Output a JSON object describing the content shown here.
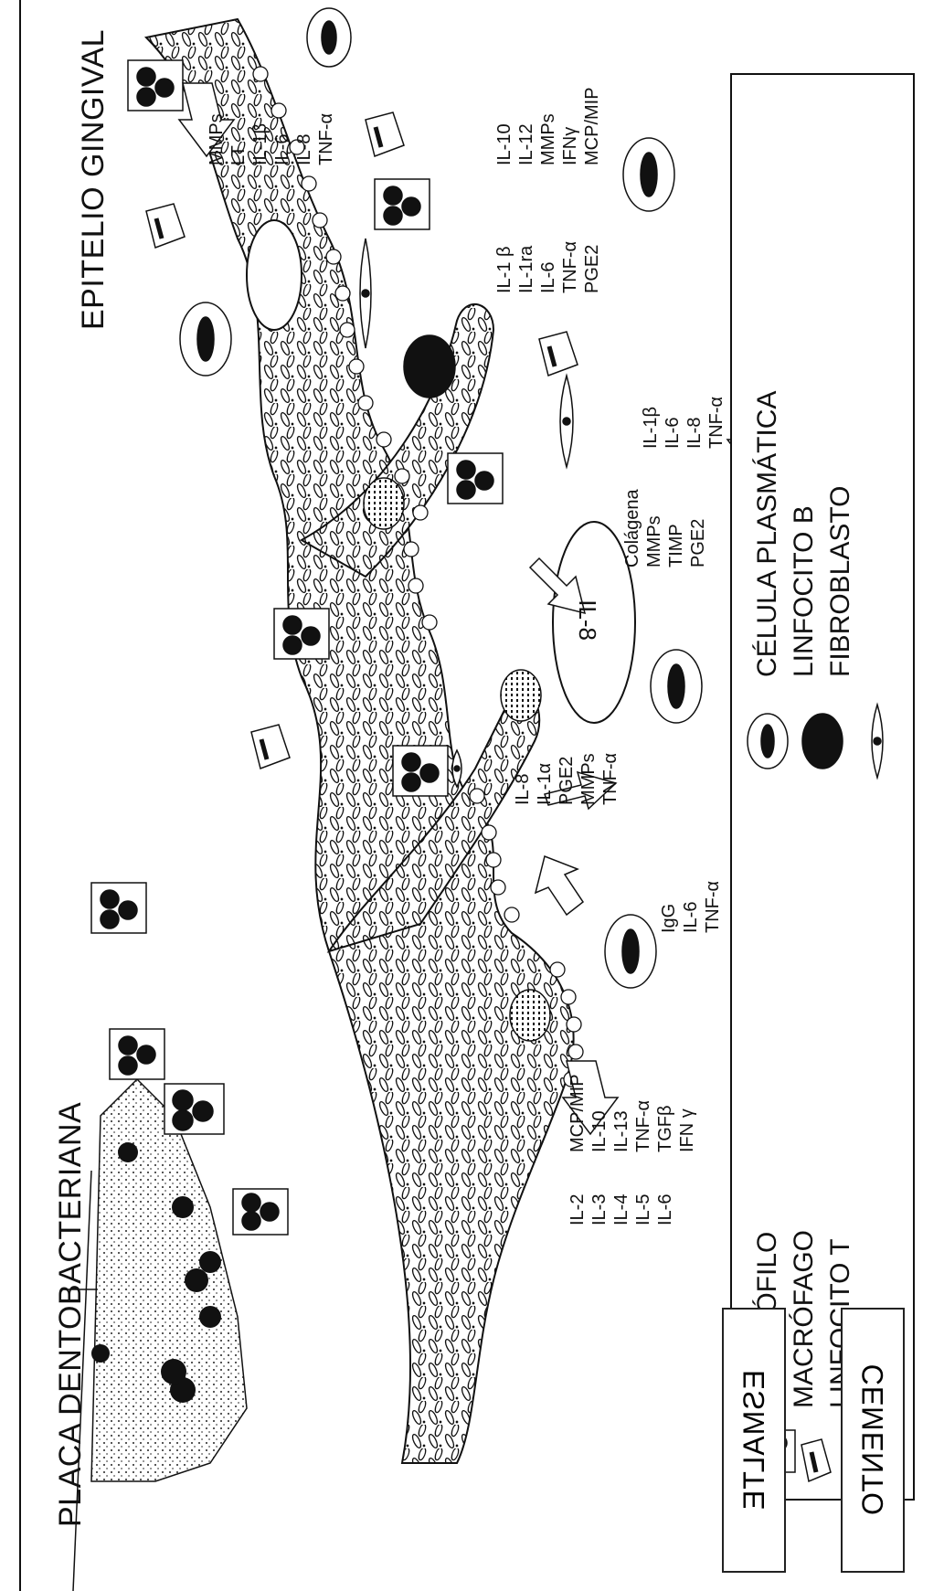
{
  "titles": {
    "placa": "PLACA DENTOBACTERIANA",
    "epitelio": "EPITELIO GINGIVAL",
    "il8_cell": "IL-8"
  },
  "boxes": {
    "esmalte": "ESMALTE",
    "cemento": "CEMENTO"
  },
  "cytokine_groups": {
    "macrophage_top": [
      "MMPs",
      "LT",
      "IL-1β",
      "IL-6",
      "IL-8",
      "TNF-α"
    ],
    "macrophage_arrow_a": [
      "IL-1 β",
      "IL-1ra",
      "IL-6",
      "TNF-α",
      "PGE2"
    ],
    "macrophage_arrow_b": [
      "IL-10",
      "IL-12",
      "MMPs",
      "IFNγ",
      "MCP/MIP"
    ],
    "fibroblast_a": [
      "Colágena",
      "MMPs",
      "TIMP",
      "PGE2"
    ],
    "fibroblast_b": [
      "IL-1β",
      "IL-6",
      "IL-8",
      "TNF-α"
    ],
    "epithelium": [
      "IL-8",
      "IL-1α",
      "PGE2",
      "MMPs",
      "TNF-α"
    ],
    "bcell": [
      "IgG",
      "IL-6",
      "TNF-α"
    ],
    "tcell_a": [
      "IL-2",
      "IL-3",
      "IL-4",
      "IL-5",
      "IL-6"
    ],
    "tcell_b": [
      "MCP/MIP",
      "IL-10",
      "IL-13",
      "TNF-α",
      "TGFβ",
      "IFN γ"
    ]
  },
  "legend": {
    "left": [
      "NEUTRÓFILO",
      "MACRÓFAGO",
      "LINFOCITO T"
    ],
    "right": [
      "CÉLULA PLASMÁTICA",
      "LINFOCITO B",
      "FIBROBLASTO"
    ]
  },
  "colors": {
    "ink": "#111111",
    "paper": "#ffffff"
  }
}
